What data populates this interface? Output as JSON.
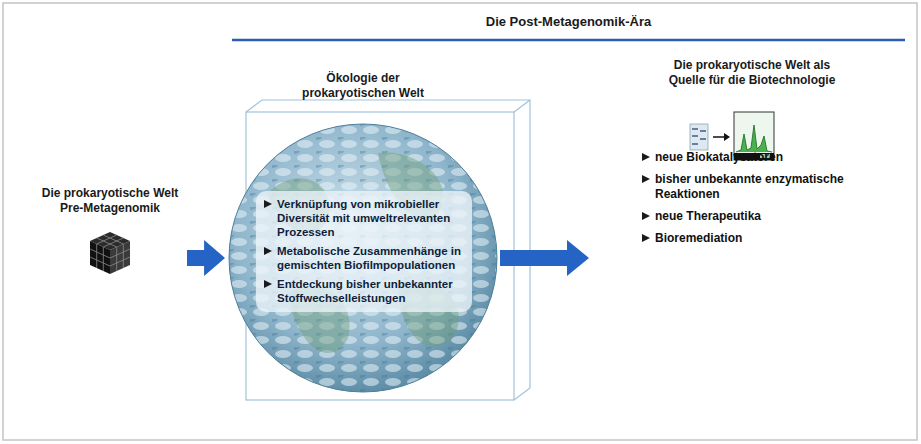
{
  "diagram": {
    "title": "Die Post-Metagenomik-Ära",
    "nodes": [
      {
        "text": [
          "Die prokaryotische Welt Pre-Metagenomik"
        ]
      },
      {
        "text": [
          "Ökologie der prokaryotischen Welt",
          "Verknüpfung von mikrobieller Diversität mit umweltrelevanten Prozessen",
          "Metabolische Zusammenhänge in gemischten Biofilmpopulationen",
          "Entdeckung bisher unbekannter Stoffwechselleistungen"
        ]
      },
      {
        "text": [
          "Die prokaryotische Welt als Quelle für die Biotechnologie",
          "neue Biokatalysatoren",
          "bisher unbekannte enzymatische Reaktionen",
          "neue Therapeutika",
          "Bioremediation"
        ]
      }
    ],
    "edges": [
      {
        "from": 0,
        "to": 1,
        "arrow": "to"
      },
      {
        "from": 1,
        "to": 2,
        "arrow": "to"
      }
    ]
  }
}
